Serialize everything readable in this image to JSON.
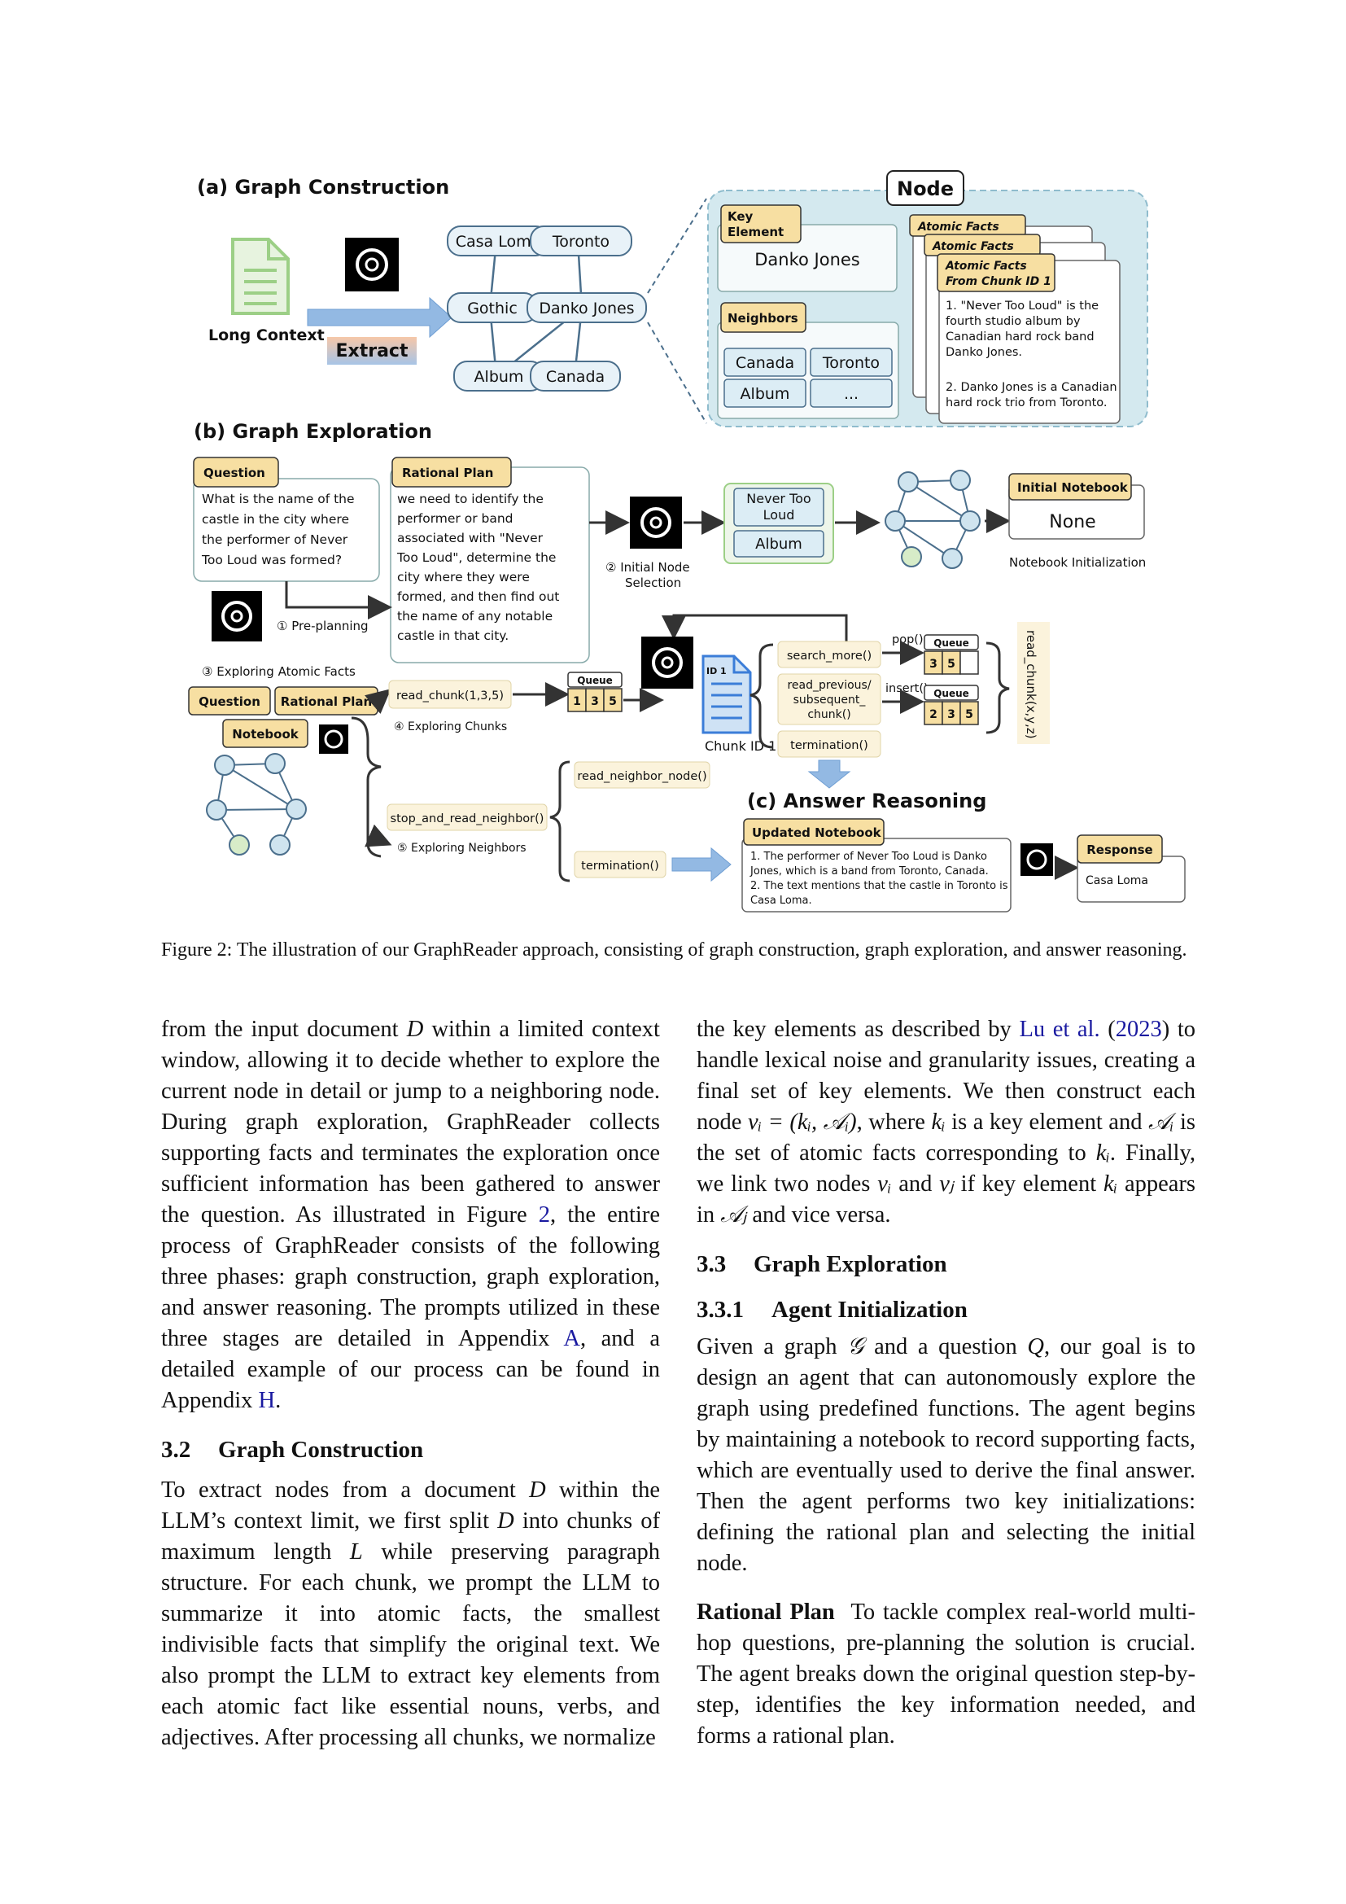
{
  "figure": {
    "panel_a_title": "(a) Graph Construction",
    "panel_b_title": "(b) Graph Exploration",
    "panel_c_title": "(c) Answer Reasoning",
    "long_context": "Long Context",
    "extract": "Extract",
    "node_header": "Node",
    "graph_nodes": [
      "Casa Loma",
      "Toronto",
      "Gothic",
      "Danko Jones",
      "Album",
      "Canada"
    ],
    "key_element_label": "Key Element",
    "key_element_value": "Danko Jones",
    "neighbors_label": "Neighbors",
    "neighbors": [
      "Canada",
      "Toronto",
      "Album",
      "..."
    ],
    "atomic_facts_label": "Atomic Facts",
    "atomic_facts_chunk_label": "Atomic Facts From Chunk ID 1",
    "fact_1": "1. \"Never Too Loud\" is the fourth studio album by Canadian hard rock band Danko Jones.",
    "fact_2": "2. Danko Jones is a Canadian hard rock trio from Toronto.",
    "question_label": "Question",
    "question_text": "What is the name of the castle in the city where the performer of Never Too Loud was formed?",
    "rational_plan_label": "Rational Plan",
    "rational_plan_text": "we need to identify the performer or band associated with \"Never Too Loud\", determine the city where they were formed, and then find out the name of any notable castle in that city.",
    "step1": "① Pre-planning",
    "step2": "② Initial Node Selection",
    "step3": "③ Exploring Atomic Facts",
    "step4": "④ Exploring Chunks",
    "step5": "⑤ Exploring Neighbors",
    "selected_nodes": [
      "Never Too Loud",
      "Album"
    ],
    "initial_notebook_label": "Initial Notebook",
    "initial_notebook_value": "None",
    "notebook_init": "Notebook Initialization",
    "notebook_label": "Notebook",
    "read_chunk_call": "read_chunk(1,3,5)",
    "queue_label": "Queue",
    "queue_a": [
      "1",
      "3",
      "5"
    ],
    "chunk_id_label": "ID 1",
    "chunk_caption": "Chunk ID 1",
    "search_more": "search_more()",
    "read_prev_next": "read_previous/ subsequent_ chunk()",
    "termination": "termination()",
    "pop": "pop()",
    "insert": "insert()",
    "queue_b": [
      "3",
      "5",
      ""
    ],
    "queue_c": [
      "2",
      "3",
      "5"
    ],
    "read_chunk_xyz": "read_chunk(x,y,z)",
    "read_neighbor": "read_neighbor_node()",
    "stop_and_read": "stop_and_read_neighbor()",
    "termination2": "termination()",
    "updated_notebook_label": "Updated Notebook",
    "updated_notebook_text_1": "1. The performer of Never Too Loud is Danko Jones, which is a band from Toronto, Canada.",
    "updated_notebook_text_2": "2. The text mentions that the castle in Toronto is Casa Loma.",
    "response_label": "Response",
    "response_text": "Casa Loma",
    "caption": "Figure 2: The illustration of our GraphReader approach, consisting of graph construction, graph exploration, and answer reasoning."
  },
  "left_column": {
    "p1_a": "from the input document ",
    "p1_D": "D",
    "p1_b": " within a limited context window, allowing it to decide whether to explore the current node in detail or jump to a neighboring node. During graph exploration, GraphReader collects supporting facts and terminates the exploration once sufficient information has been gathered to answer the question. As illustrated in Figure ",
    "p1_fig": "2",
    "p1_c": ", the entire process of GraphReader consists of the following three phases: graph construction, graph exploration, and answer reasoning. The prompts utilized in these three stages are detailed in Appendix ",
    "p1_appA": "A",
    "p1_d": ", and a detailed example of our process can be found in Appendix ",
    "p1_appH": "H",
    "p1_e": ".",
    "sec_num": "3.2",
    "sec_title": "Graph Construction",
    "p2_a": "To extract nodes from a document ",
    "p2_D": "D",
    "p2_b": " within the LLM’s context limit, we first split ",
    "p2_D2": "D",
    "p2_c": " into chunks of maximum length ",
    "p2_L": "L",
    "p2_d": " while preserving paragraph structure. For each chunk, we prompt the LLM to summarize it into atomic facts, the smallest indivisible facts that simplify the original text. We also prompt the LLM to extract key elements from each atomic fact like essential nouns, verbs, and adjectives. After processing all chunks, we normalize"
  },
  "right_column": {
    "p1_a": "the key elements as described by ",
    "p1_cite": "Lu et al.",
    "p1_b": " (",
    "p1_year": "2023",
    "p1_c": ") to handle lexical noise and granularity issues, creating a final set of key elements. We then construct each node ",
    "p1_math1": "vᵢ = (kᵢ, 𝒜ᵢ)",
    "p1_d": ", where ",
    "p1_ki": "kᵢ",
    "p1_e": " is a key element and ",
    "p1_Ai": "𝒜ᵢ",
    "p1_f": " is the set of atomic facts corresponding to ",
    "p1_ki2": "kᵢ",
    "p1_g": ". Finally, we link two nodes ",
    "p1_vi": "vᵢ",
    "p1_h": " and ",
    "p1_vj": "vⱼ",
    "p1_i": " if key element ",
    "p1_ki3": "kᵢ",
    "p1_j": " appears in ",
    "p1_Aj": "𝒜ⱼ",
    "p1_k": " and vice versa.",
    "sec_num": "3.3",
    "sec_title": "Graph Exploration",
    "sub_num": "3.3.1",
    "sub_title": "Agent Initialization",
    "p2_a": "Given a graph ",
    "p2_G": "𝒢",
    "p2_b": " and a question ",
    "p2_Q": "Q",
    "p2_c": ", our goal is to design an agent that can autonomously explore the graph using predefined functions. The agent begins by maintaining a notebook to record supporting facts, which are eventually used to derive the final answer. Then the agent performs two key initializations: defining the rational plan and selecting the initial node.",
    "p3_head": "Rational Plan",
    "p3_text": "To tackle complex real-world multi-hop questions, pre-planning the solution is crucial. The agent breaks down the original question step-by-step, identifies the key information needed, and forms a rational plan."
  }
}
